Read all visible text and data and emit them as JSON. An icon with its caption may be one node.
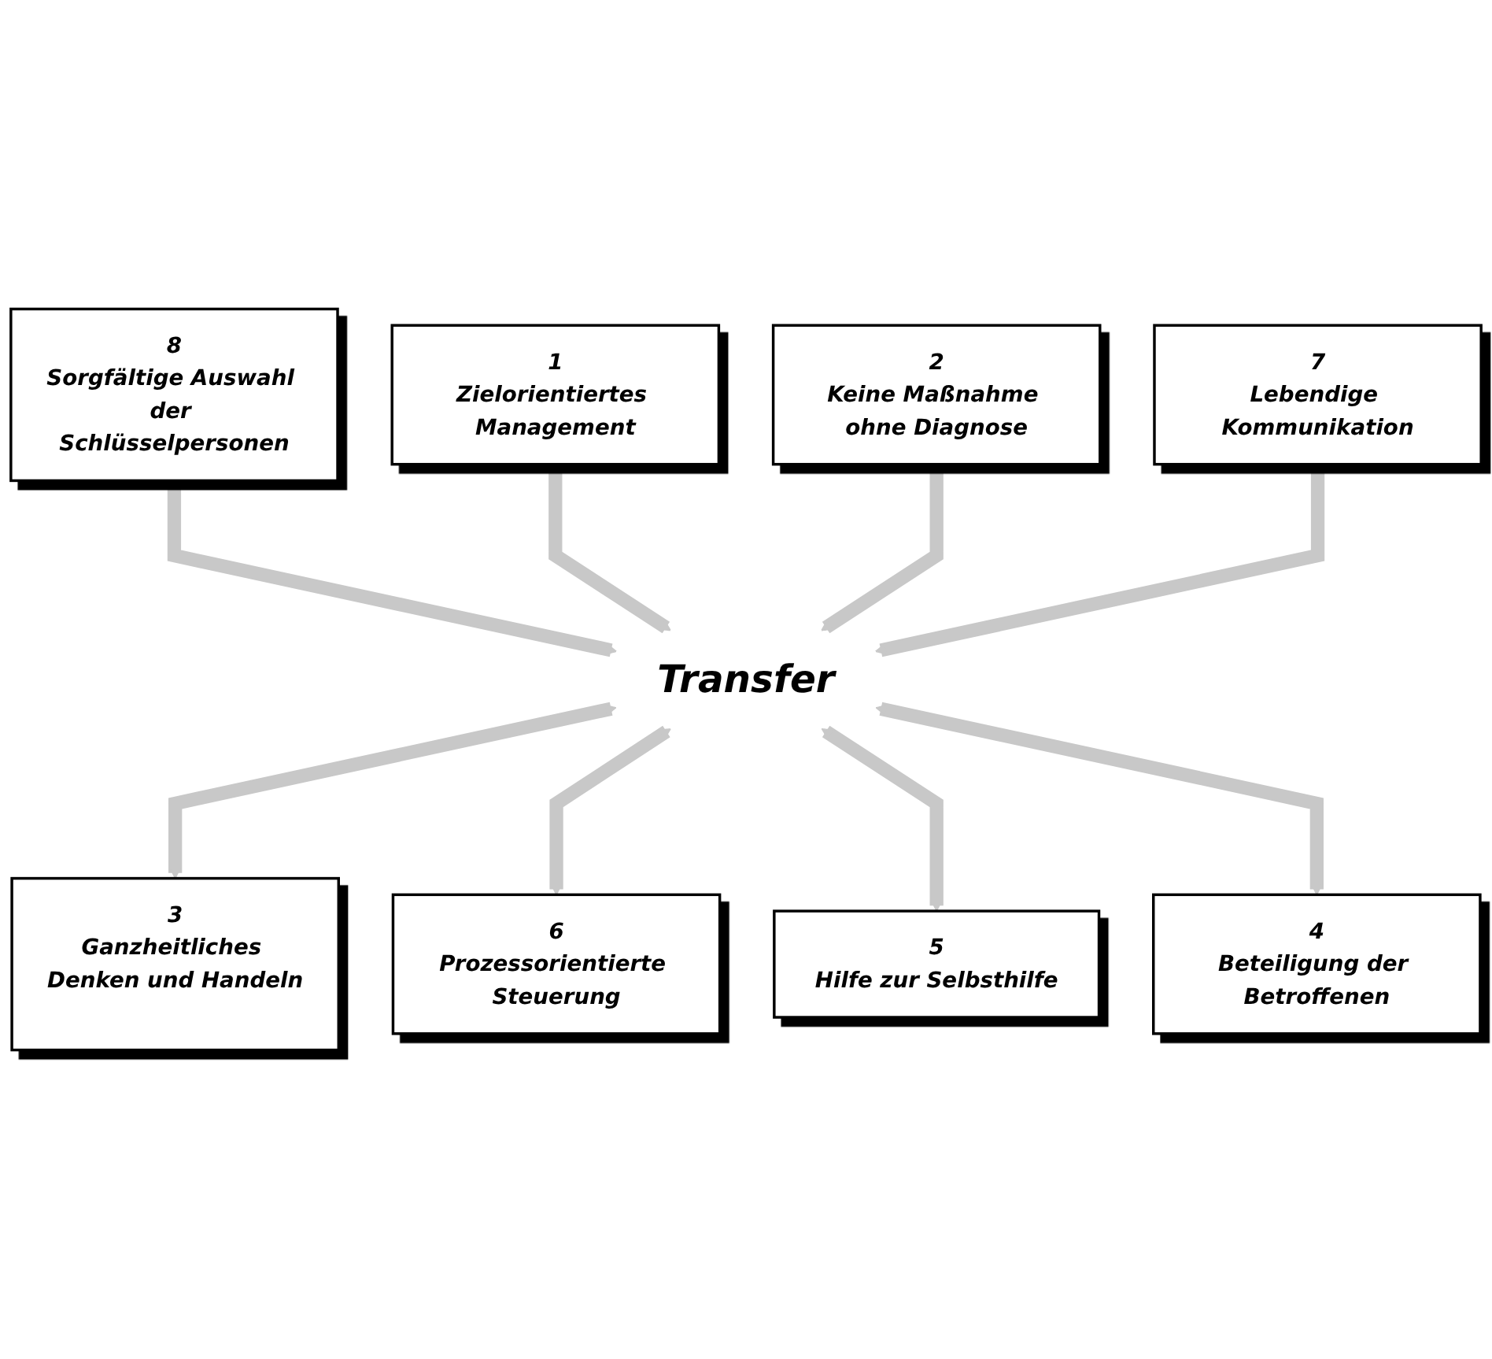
{
  "diagram": {
    "nodes": [
      {
        "text": [
          "1",
          "Zielorientiertes Management"
        ]
      },
      {
        "text": [
          "2",
          "Keine Maßnahme ohne Diagnose"
        ]
      },
      {
        "text": [
          "3",
          "Ganzheitliches Denken und Handeln"
        ]
      },
      {
        "text": [
          "4",
          "Beteiligung der Betroffenen"
        ]
      },
      {
        "text": [
          "5",
          "Hilfe zur Selbsthilfe"
        ]
      },
      {
        "text": [
          "6",
          "Prozessorientierte Steuerung"
        ]
      },
      {
        "text": [
          "7",
          "Lebendige Kommunikation"
        ]
      },
      {
        "text": [
          "8",
          "Sorgfältige Auswahl der Schlüsselpersonen"
        ]
      },
      {
        "text": [
          "Transfer"
        ]
      }
    ],
    "edges": [
      {
        "from": 7,
        "to": 8,
        "arrow": "both"
      },
      {
        "from": 0,
        "to": 8,
        "arrow": "both"
      },
      {
        "from": 1,
        "to": 8,
        "arrow": "both"
      },
      {
        "from": 6,
        "to": 8,
        "arrow": "both"
      },
      {
        "from": 8,
        "to": 2,
        "arrow": "both"
      },
      {
        "from": 8,
        "to": 5,
        "arrow": "both"
      },
      {
        "from": 8,
        "to": 4,
        "arrow": "both"
      },
      {
        "from": 8,
        "to": 3,
        "arrow": "both"
      }
    ]
  }
}
